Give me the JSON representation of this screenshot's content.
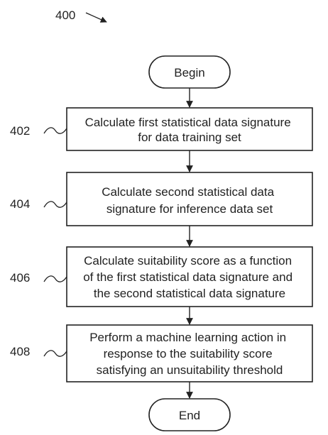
{
  "figure": {
    "number_label": "400",
    "start": {
      "label": "Begin"
    },
    "end": {
      "label": "End"
    },
    "steps": [
      {
        "ref": "402",
        "lines": [
          "Calculate first statistical data signature",
          "for data training set"
        ]
      },
      {
        "ref": "404",
        "lines": [
          "Calculate second statistical data",
          "signature for inference data set"
        ]
      },
      {
        "ref": "406",
        "lines": [
          "Calculate suitability score as a function",
          "of the first statistical data signature and",
          "the second statistical data signature"
        ]
      },
      {
        "ref": "408",
        "lines": [
          "Perform a machine learning action in",
          "response to the suitability score",
          "satisfying an unsuitability threshold"
        ]
      }
    ]
  }
}
